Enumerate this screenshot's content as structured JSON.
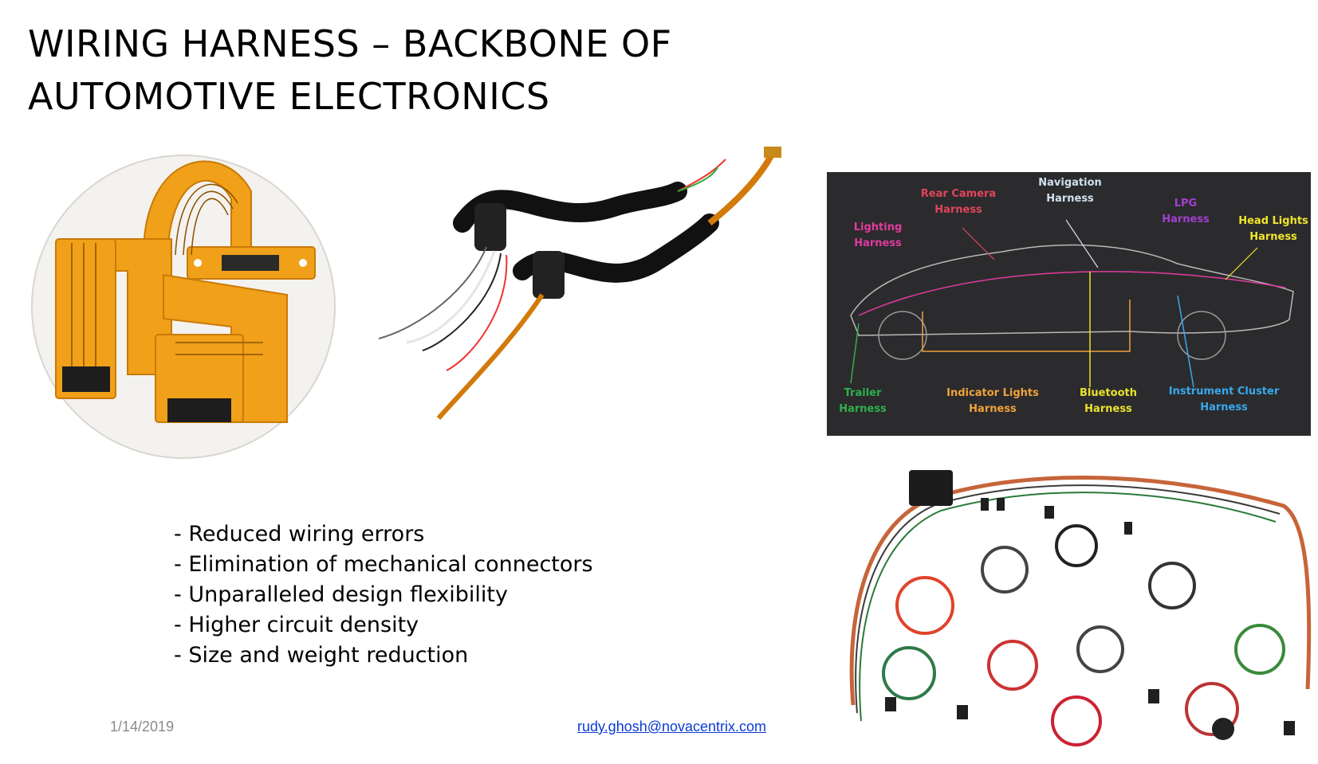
{
  "slide": {
    "title_line1": "WIRING HARNESS – BACKBONE OF",
    "title_line2": "AUTOMOTIVE ELECTRONICS",
    "bullets": [
      "- Reduced wiring errors",
      "- Elimination of mechanical connectors",
      "- Unparalleled design flexibility",
      "- Higher circuit density",
      "- Size and weight reduction"
    ],
    "date": "1/14/2019",
    "email": "rudy.ghosh@novacentrix.com"
  },
  "car_diagram": {
    "labels": [
      {
        "line1": "Rear Camera",
        "line2": "Harness",
        "color": "#e0455a"
      },
      {
        "line1": "Navigation",
        "line2": "Harness",
        "color": "#cfe0ee"
      },
      {
        "line1": "Lighting",
        "line2": "Harness",
        "color": "#e23aa0"
      },
      {
        "line1": "LPG",
        "line2": "Harness",
        "color": "#a23fd0"
      },
      {
        "line1": "Head Lights",
        "line2": "Harness",
        "color": "#f2e62c"
      },
      {
        "line1": "Trailer",
        "line2": "Harness",
        "color": "#2fb04c"
      },
      {
        "line1": "Indicator Lights",
        "line2": "Harness",
        "color": "#f0a23a"
      },
      {
        "line1": "Bluetooth",
        "line2": "Harness",
        "color": "#e9e22c"
      },
      {
        "line1": "Instrument Cluster",
        "line2": "Harness",
        "color": "#38a8ee"
      }
    ]
  }
}
